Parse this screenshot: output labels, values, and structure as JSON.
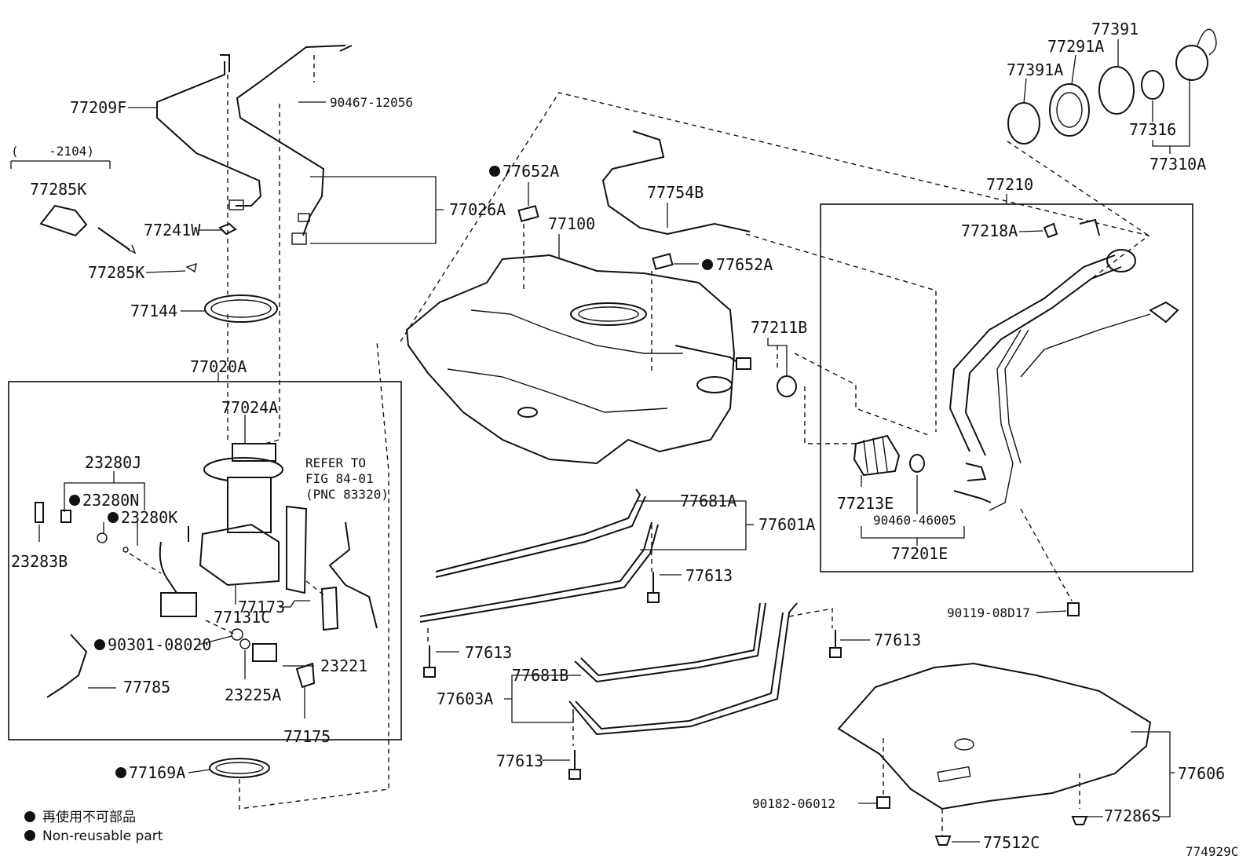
{
  "diagram_id": "774929C",
  "date_range_note": "(    -2104)",
  "refer_note": [
    "REFER TO",
    "FIG 84-01",
    "(PNC 83320)"
  ],
  "legend": {
    "non_reusable_jp": "再使用不可部品",
    "non_reusable_en": "Non-reusable part"
  },
  "labels": {
    "p77209F": "77209F",
    "p77285K_a": "77285K",
    "p77241W": "77241W",
    "p77285K_b": "77285K",
    "p77144": "77144",
    "p77020A": "77020A",
    "p77024A": "77024A",
    "p23280J": "23280J",
    "p23280N": "23280N",
    "p23280K": "23280K",
    "p23283B": "23283B",
    "p77131C": "77131C",
    "p77173": "77173",
    "p90301": "90301-08020",
    "p23221": "23221",
    "p77785": "77785",
    "p23225A": "23225A",
    "p77175": "77175",
    "p77169A": "77169A",
    "p90467": "90467-12056",
    "p77026A": "77026A",
    "p77652A_a": "77652A",
    "p77100": "77100",
    "p77754B": "77754B",
    "p77652A_b": "77652A",
    "p77211B": "77211B",
    "p77681A": "77681A",
    "p77601A": "77601A",
    "p77613_a": "77613",
    "p77613_b": "77613",
    "p77681B": "77681B",
    "p77603A": "77603A",
    "p77613_c": "77613",
    "p77613_d": "77613",
    "p77606": "77606",
    "p90182": "90182-06012",
    "p77286S": "77286S",
    "p77512C": "77512C",
    "p90119": "90119-08D17",
    "p77391": "77391",
    "p77291A": "77291A",
    "p77391A": "77391A",
    "p77316": "77316",
    "p77310A": "77310A",
    "p77210": "77210",
    "p77218A": "77218A",
    "p77213E": "77213E",
    "p90460": "90460-46005",
    "p77201E": "77201E"
  }
}
